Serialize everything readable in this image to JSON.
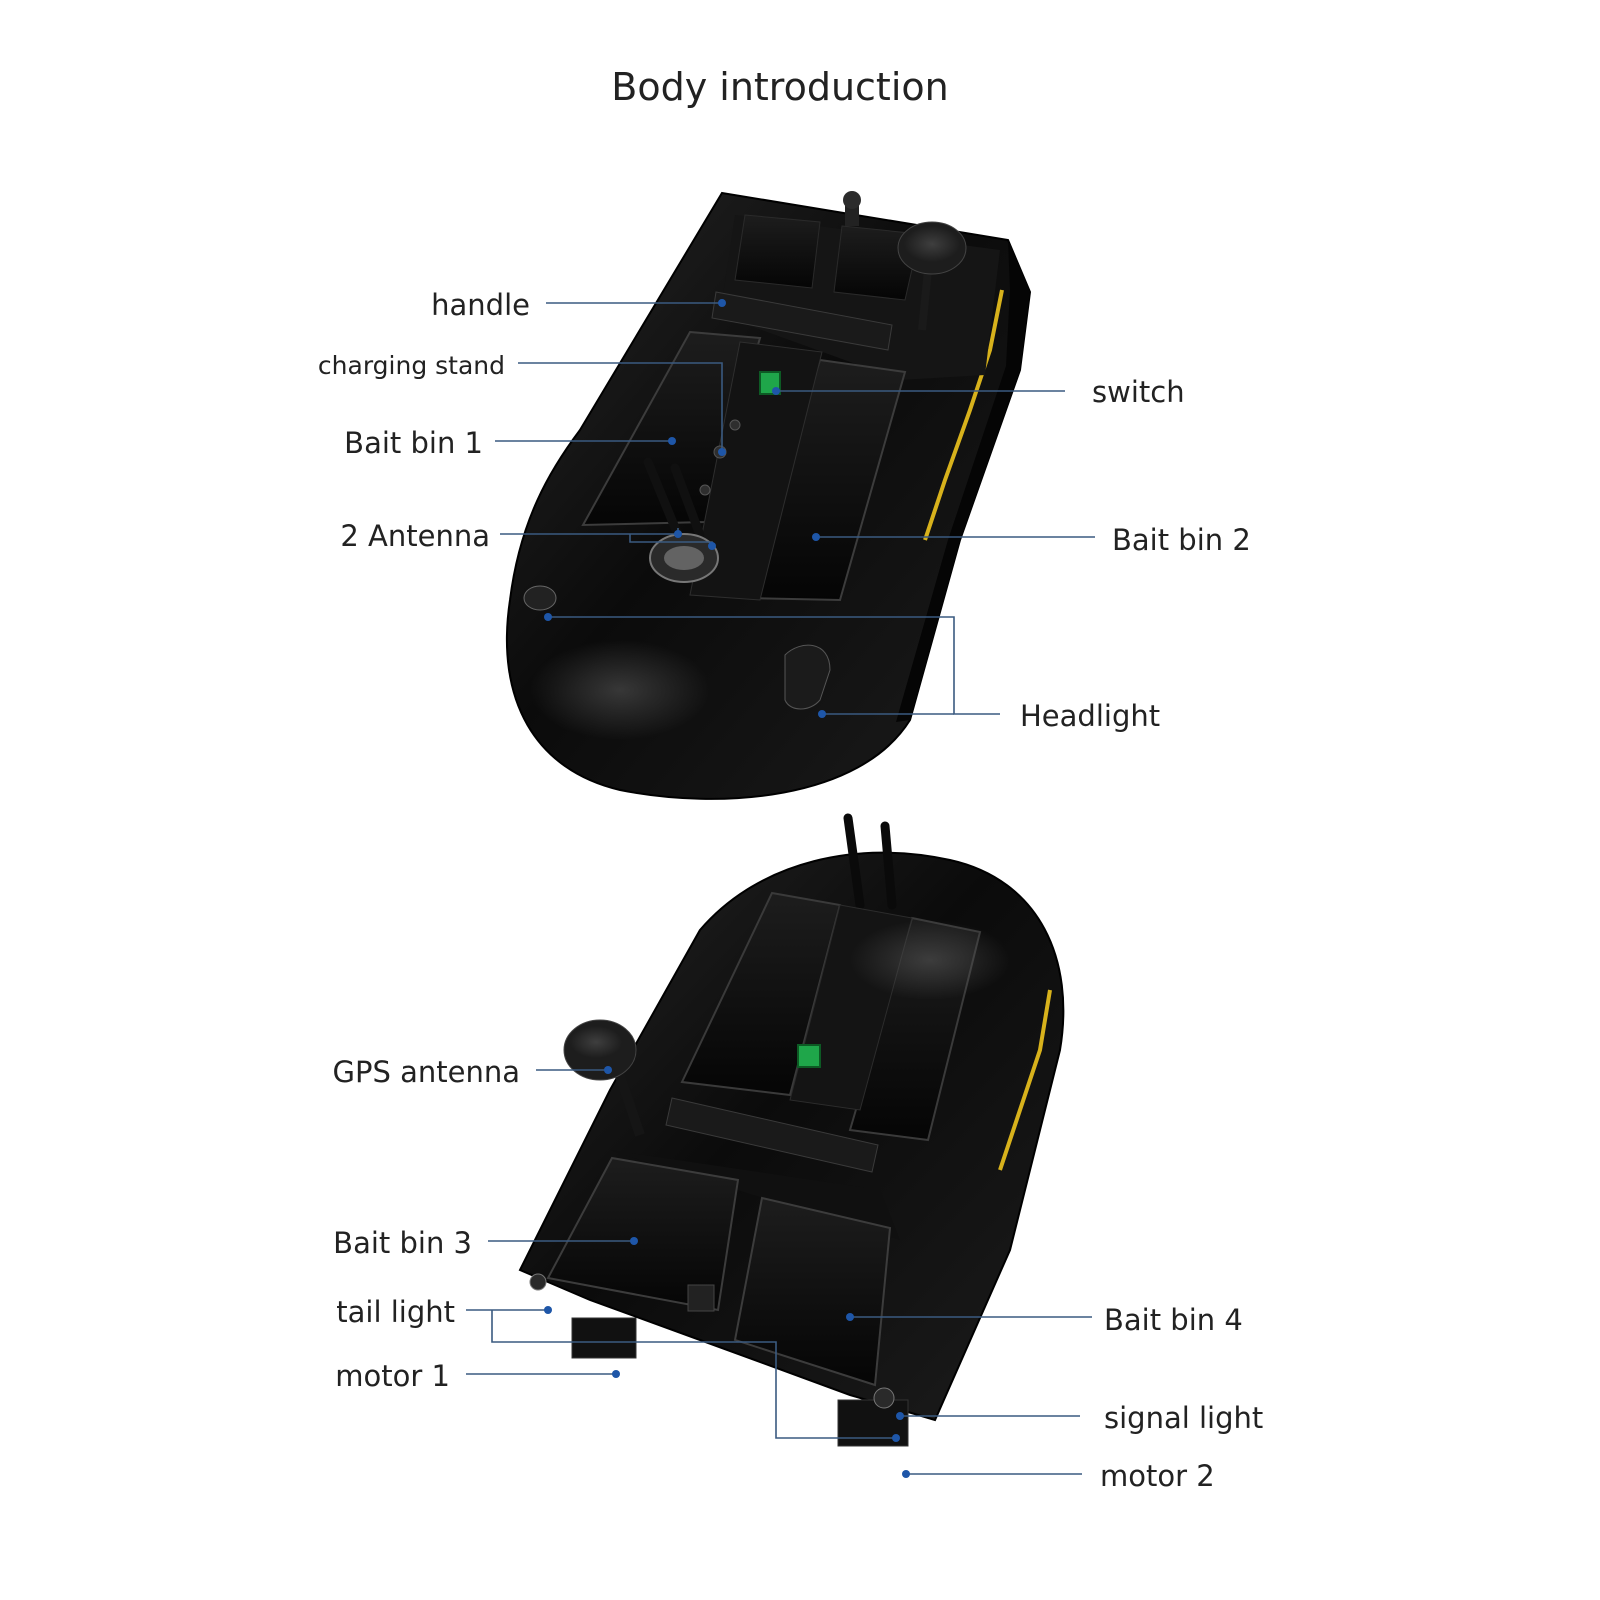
{
  "title": "Body introduction",
  "top_view": {
    "labels": {
      "handle": "handle",
      "charging_stand": "charging stand",
      "switch": "switch",
      "bait_bin_1": "Bait bin 1",
      "antenna": "2 Antenna",
      "bait_bin_2": "Bait bin 2",
      "headlight": "Headlight"
    }
  },
  "rear_view": {
    "labels": {
      "gps_antenna": "GPS antenna",
      "bait_bin_3": "Bait bin 3",
      "tail_light": "tail light",
      "motor_1": "motor 1",
      "bait_bin_4": "Bait bin 4",
      "signal_light": "signal light",
      "motor_2": "motor 2"
    }
  },
  "colors": {
    "hull": "#0b0b0b",
    "stripe": "#d8b21c",
    "switch": "#1fa64a",
    "callout_line": "#3a5a80",
    "callout_dot": "#1e56a8"
  }
}
